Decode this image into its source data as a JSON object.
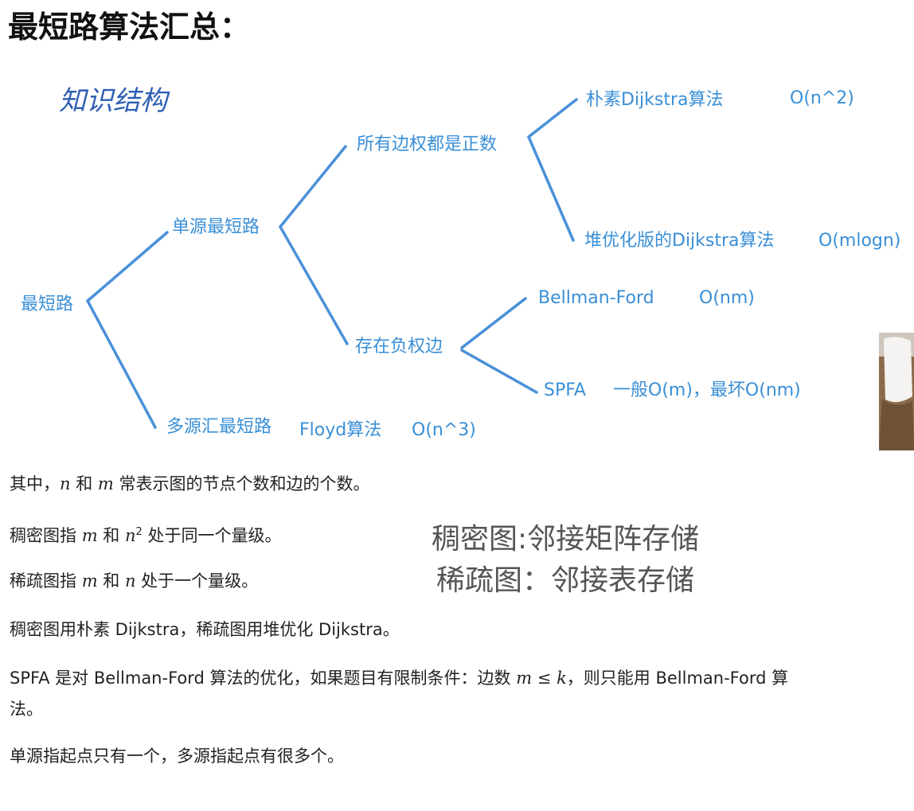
{
  "title": "最短路算法汇总：",
  "diagram": {
    "handwritten": "知识结构",
    "nodes": {
      "root": "最短路",
      "single_source": "单源最短路",
      "all_positive": "所有边权都是正数",
      "naive_dijkstra": "朴素Dijkstra算法",
      "naive_dijkstra_complexity": "O(n^2)",
      "heap_dijkstra": "堆优化版的Dijkstra算法",
      "heap_dijkstra_complexity": "O(mlogn)",
      "negative_edges": "存在负权边",
      "bellman_ford": "Bellman-Ford",
      "bellman_ford_complexity": "O(nm)",
      "spfa": "SPFA",
      "spfa_complexity": "一般O(m)，最坏O(nm)",
      "multi_source": "多源汇最短路",
      "floyd": "Floyd算法",
      "floyd_complexity": "O(n^3)"
    },
    "color": "#3a8fd6"
  },
  "notes": {
    "line1": {
      "a": "其中，",
      "n": "n",
      "b": " 和 ",
      "m": "m",
      "c": " 常表示图的节点个数和边的个数。"
    },
    "line2": {
      "a": "稠密图指 ",
      "m": "m",
      "b": " 和 ",
      "n": "n",
      "sup": "2",
      "c": " 处于同一个量级。"
    },
    "line3": {
      "a": "稀疏图指 ",
      "m": "m",
      "b": " 和 ",
      "n": "n",
      "c": " 处于一个量级。"
    },
    "line4": "稠密图用朴素 Dijkstra，稀疏图用堆优化 Dijkstra。",
    "line5": {
      "a": "SPFA 是对 Bellman-Ford 算法的优化，如果题目有限制条件：边数 ",
      "expr": "m ≤ k",
      "b": "，则只能用 Bellman-Ford 算",
      "c": "法。"
    },
    "line6": "单源指起点只有一个，多源指起点有很多个。"
  },
  "overlay": {
    "dense": "稠密图:邻接矩阵存储",
    "sparse": "稀疏图：邻接表存储"
  }
}
